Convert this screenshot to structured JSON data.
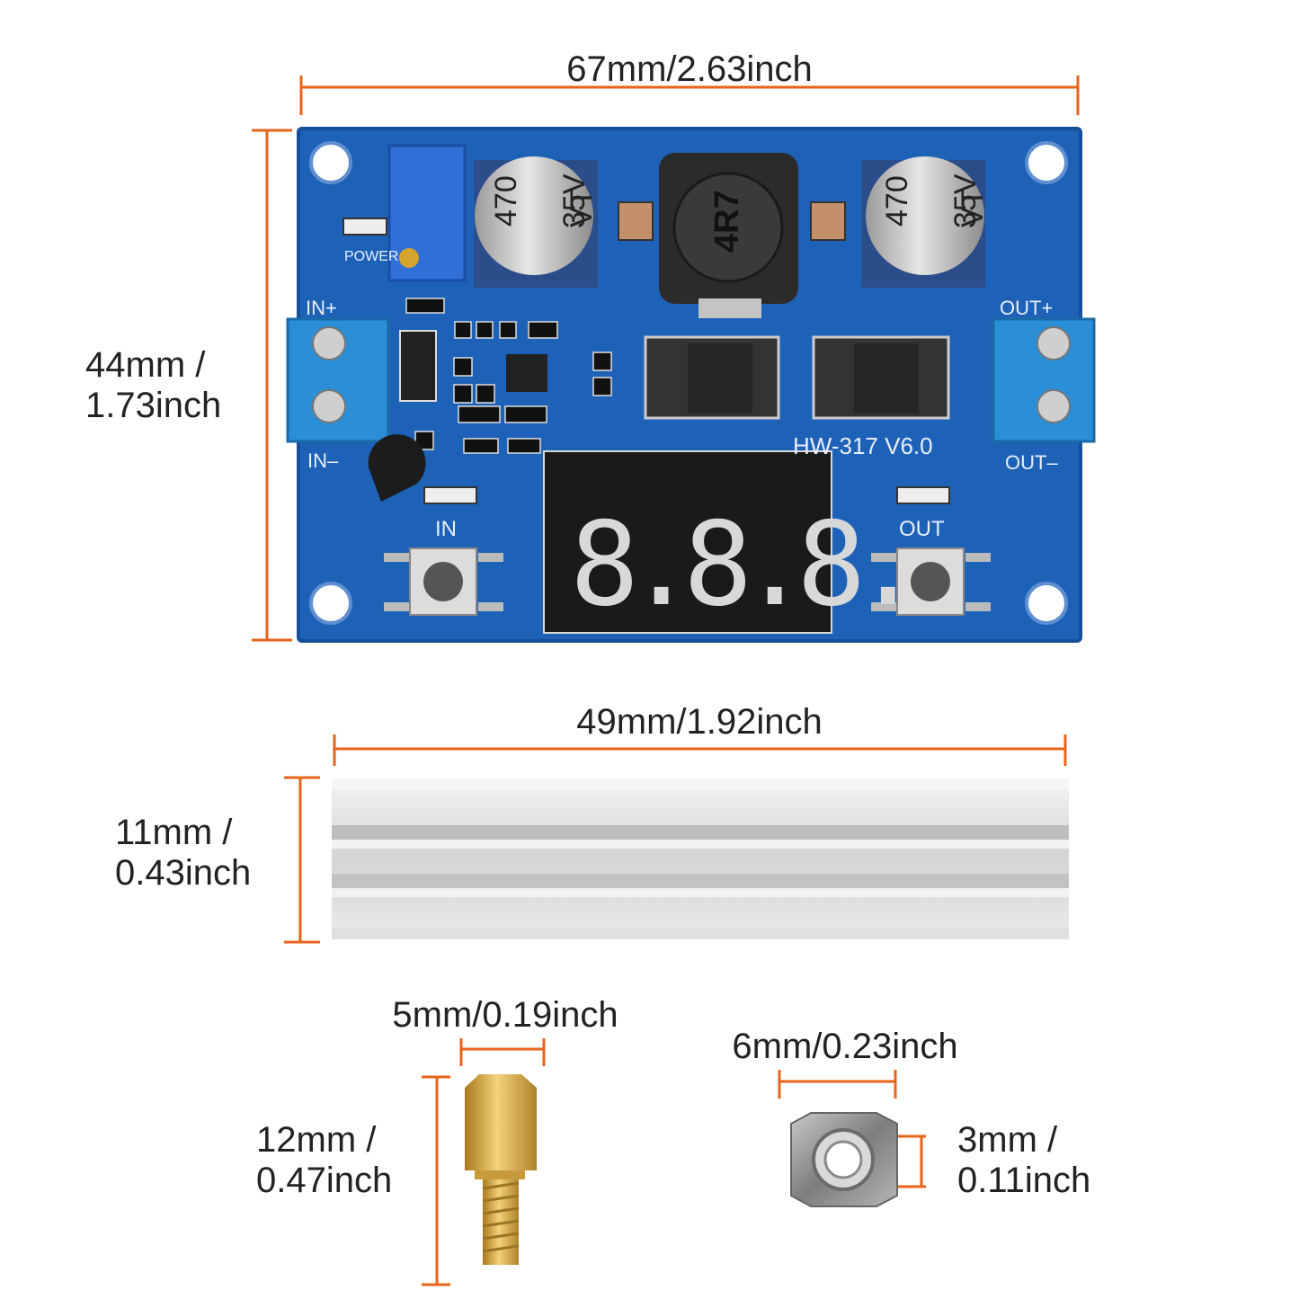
{
  "board": {
    "width_label": "67mm/2.63inch",
    "height_label_1": "44mm /",
    "height_label_2": "1.73inch",
    "model_text": "HW-317 V6.0",
    "terminal_in_plus": "IN+",
    "terminal_in_minus": "IN–",
    "terminal_out_plus": "OUT+",
    "terminal_out_minus": "OUT–",
    "led_in_label": "IN",
    "led_out_label": "OUT",
    "power_label": "POWER",
    "capacitor_text": [
      "470",
      "35V",
      "VT"
    ],
    "inductor_text": "4R7",
    "display_digits": "8.8.8."
  },
  "heatsink": {
    "width_label": "49mm/1.92inch",
    "height_label_1": "11mm /",
    "height_label_2": "0.43inch"
  },
  "standoff": {
    "width_label": "5mm/0.19inch",
    "height_label_1": "12mm /",
    "height_label_2": "0.47inch"
  },
  "nut": {
    "width_label": "6mm/0.23inch",
    "height_label_1": "3mm /",
    "height_label_2": "0.11inch"
  },
  "colors": {
    "dimension_line": "#e8641b",
    "pcb": "#1e62b8",
    "pcb_dark": "#164f99",
    "terminal_block": "#2a8fd6",
    "display_digit": "#d8d8d8",
    "heatsink": "#dcdcdc",
    "brass": "#d7a83c",
    "nut": "#8a8a8a"
  }
}
